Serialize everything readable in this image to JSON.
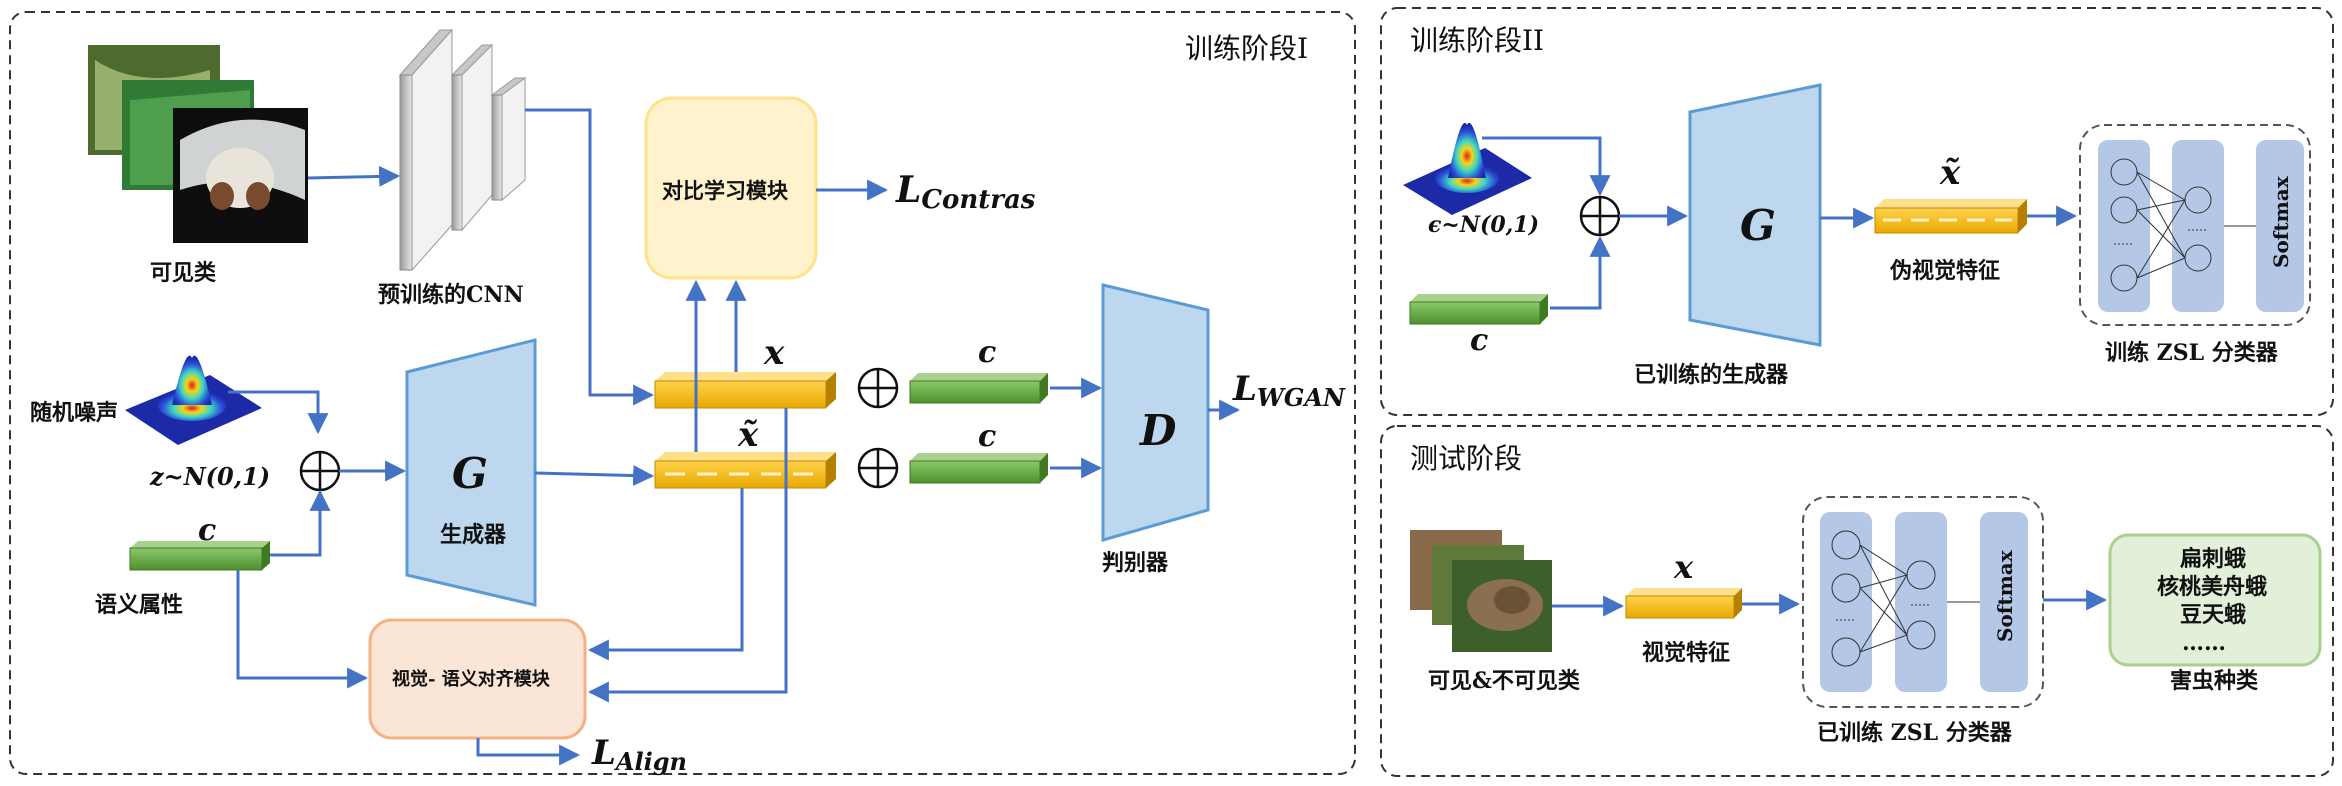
{
  "stage1": {
    "title": "训练阶段I",
    "seen_label": "可见类",
    "cnn_label": "预训练的CNN",
    "contrast_module": "对比学习模块",
    "loss_contras": "L",
    "loss_contras_sub": "Contras",
    "noise_label": "随机噪声",
    "noise_dist": "z~N(0,1)",
    "c_label": "c",
    "semantic_label": "语义属性",
    "generator_symbol": "G",
    "generator_label": "生成器",
    "x_label": "x",
    "x_tilde_label": "x̃",
    "c_top": "c",
    "c_bottom": "c",
    "discriminator_symbol": "D",
    "discriminator_label": "判别器",
    "loss_wgan": "L",
    "loss_wgan_sub": "WGAN",
    "align_module": "视觉- 语义对齐模块",
    "loss_align": "L",
    "loss_align_sub": "Align"
  },
  "stage2": {
    "title": "训练阶段II",
    "noise_dist": "ϵ~N(0,1)",
    "c_label": "c",
    "generator_symbol": "G",
    "generator_label": "已训练的生成器",
    "x_tilde_label": "x̃",
    "fake_feature_label": "伪视觉特征",
    "softmax_label": "Softmax",
    "classifier_label": "训练 ZSL 分类器"
  },
  "stage3": {
    "title": "测试阶段",
    "images_label": "可见&不可见类",
    "x_label": "x",
    "feature_label": "视觉特征",
    "softmax_label": "Softmax",
    "classifier_label": "已训练 ZSL 分类器",
    "pest_list": [
      "扁刺蛾",
      "核桃美舟蛾",
      "豆天蛾",
      "……"
    ],
    "pest_caption": "害虫种类"
  },
  "colors": {
    "arrow": "#4472C4",
    "trapezoid": "#BDD7EE",
    "trapezoid_stroke": "#5B9BD5",
    "feature_bar": "#FFC000",
    "semantic_bar": "#70AD47",
    "contrast_box": "#FFF2CC",
    "align_box": "#FBE5D6",
    "pest_box": "#E2F0D9"
  }
}
